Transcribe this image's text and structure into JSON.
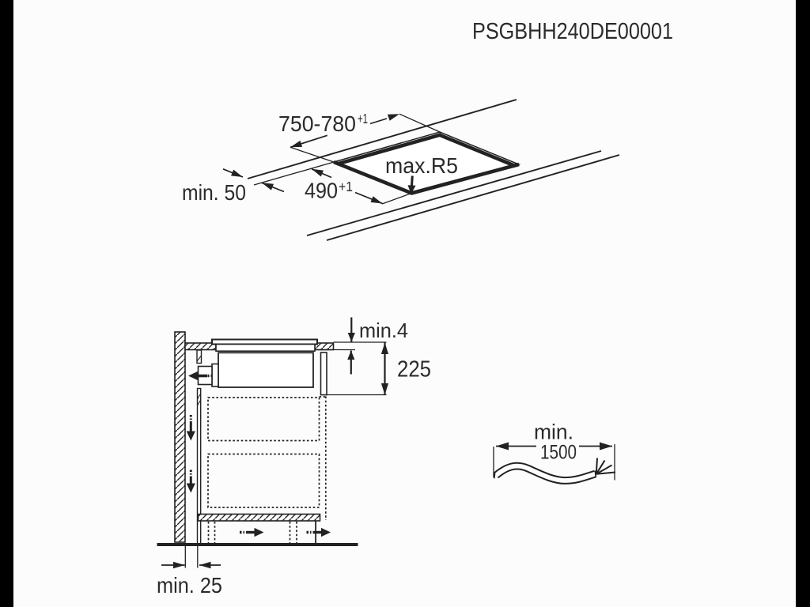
{
  "colors": {
    "background": "#fcfcfc",
    "ink": "#222222",
    "pillarbox": "#000000"
  },
  "header": {
    "drawing_code": "PSGBHH240DE00001"
  },
  "isometric_view": {
    "cutout_width": "750-780",
    "cutout_width_tolerance": "+1",
    "cutout_depth": "490",
    "cutout_depth_tolerance": "+1",
    "min_distance_to_edge": "min. 50",
    "max_corner_radius": "max.R5"
  },
  "section_view": {
    "min_top_clearance": "min.4",
    "installation_depth": "225",
    "min_wall_clearance": "min. 25"
  },
  "cable": {
    "min_label": "min.",
    "min_length": "1500"
  }
}
